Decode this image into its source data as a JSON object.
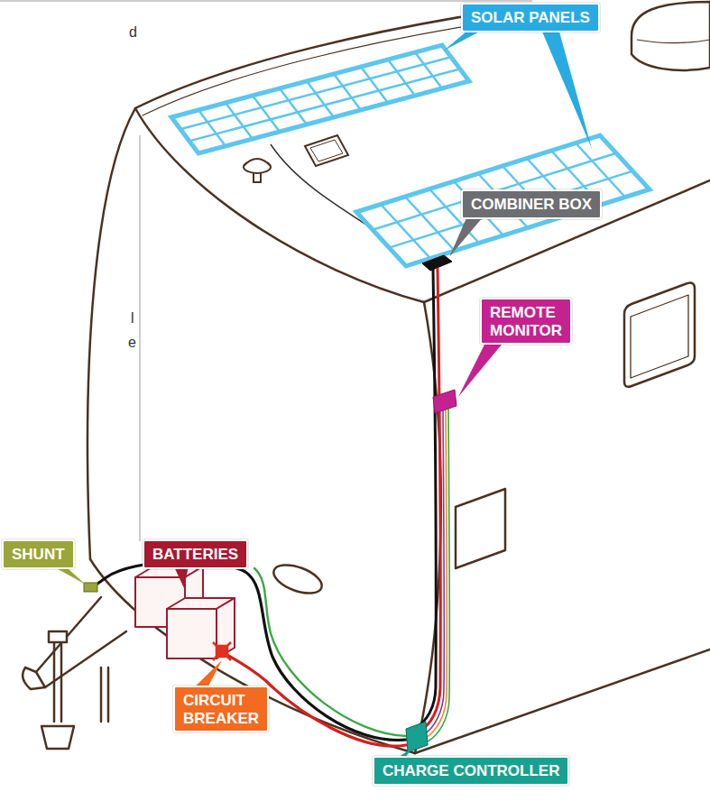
{
  "diagram": {
    "nodes": [
      {
        "text": [
          "SOLAR PANELS"
        ]
      },
      {
        "text": [
          "COMBINER BOX"
        ]
      },
      {
        "text": [
          "REMOTE MONITOR"
        ]
      },
      {
        "text": [
          "SHUNT"
        ]
      },
      {
        "text": [
          "BATTERIES"
        ]
      },
      {
        "text": [
          "CIRCUIT BREAKER"
        ]
      },
      {
        "text": [
          "CHARGE CONTROLLER"
        ]
      }
    ],
    "labels": [
      "d",
      "l",
      "e"
    ]
  }
}
